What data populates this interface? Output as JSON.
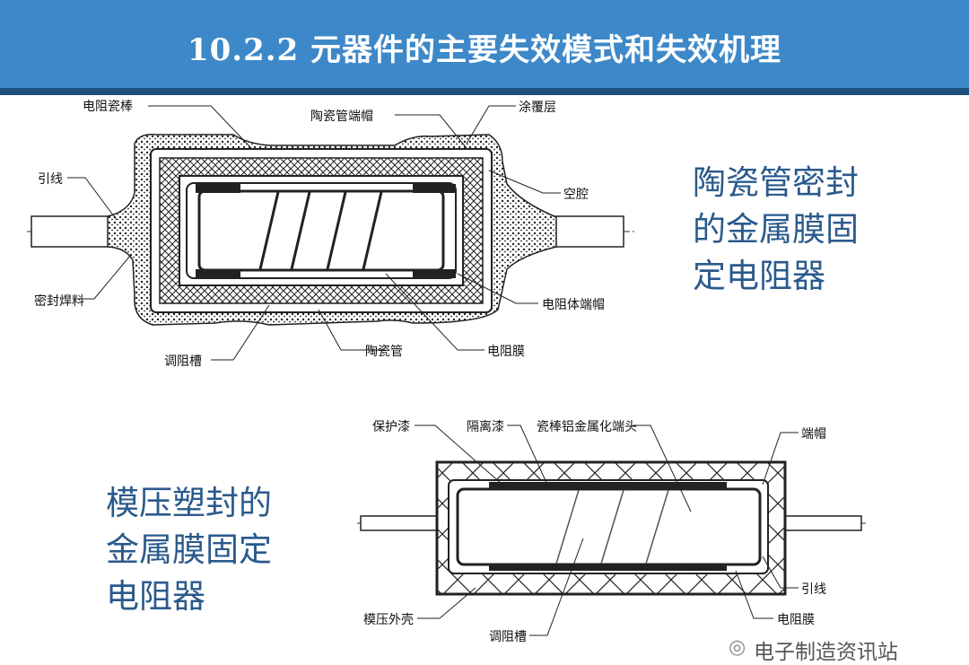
{
  "header": {
    "title": "10.2.2 元器件的主要失效模式和失效机理"
  },
  "top_diagram": {
    "labels": {
      "rod": "电阻瓷棒",
      "tube_cap": "陶瓷管端帽",
      "coating": "涂覆层",
      "lead": "引线",
      "cavity": "空腔",
      "seal_solder": "密封焊料",
      "body_cap": "电阻体端帽",
      "trim_groove": "调阻槽",
      "ceramic_tube": "陶瓷管",
      "film": "电阻膜"
    },
    "caption_lines": [
      "陶瓷管密封",
      "的金属膜固",
      "定电阻器"
    ]
  },
  "bottom_diagram": {
    "labels": {
      "protect_paint": "保护漆",
      "isolation_paint": "隔离漆",
      "al_end": "瓷棒铝金属化端头",
      "end_cap": "端帽",
      "lead": "引线",
      "mold_shell": "模压外壳",
      "trim_groove": "调阻槽",
      "film": "电阻膜"
    },
    "caption_lines": [
      "模压塑封的",
      "金属膜固定",
      "电阻器"
    ]
  },
  "watermark": "电子制造资讯站"
}
